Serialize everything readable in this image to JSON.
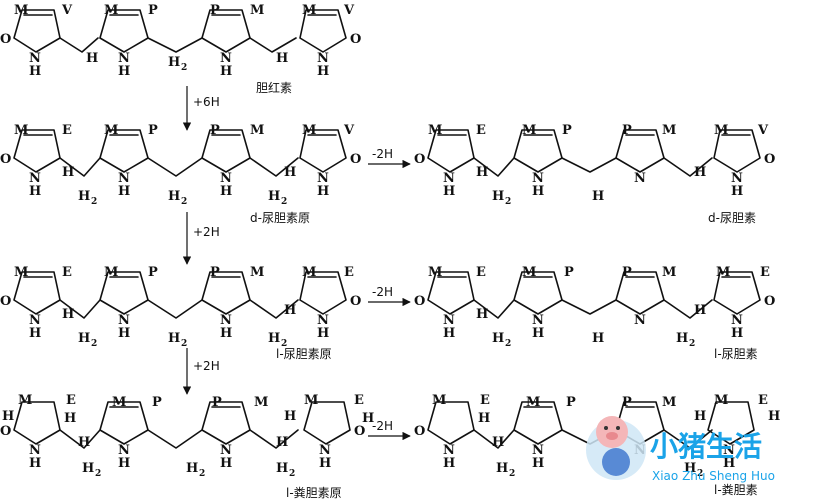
{
  "names": {
    "bilirubin": "胆红素",
    "d_urobilinogen": "d-尿胆素原",
    "d_urobilin": "d-尿胆素",
    "l_urobilinogen": "l-尿胆素原",
    "l_urobilin": "l-尿胆素",
    "l_stercobilinogen": "l-粪胆素原",
    "l_stercobilin": "l-粪胆素"
  },
  "reagents": {
    "plus6h": "+6H",
    "plus2h_a": "+2H",
    "plus2h_b": "+2H",
    "minus2h_a": "-2H",
    "minus2h_b": "-2H",
    "minus2h_c": "-2H"
  },
  "watermark": {
    "title": "小猪生活",
    "subtitle": "Xiao Zhu Sheng Huo"
  },
  "colors": {
    "ink": "#111111",
    "watermark": "#1aa3e8"
  }
}
